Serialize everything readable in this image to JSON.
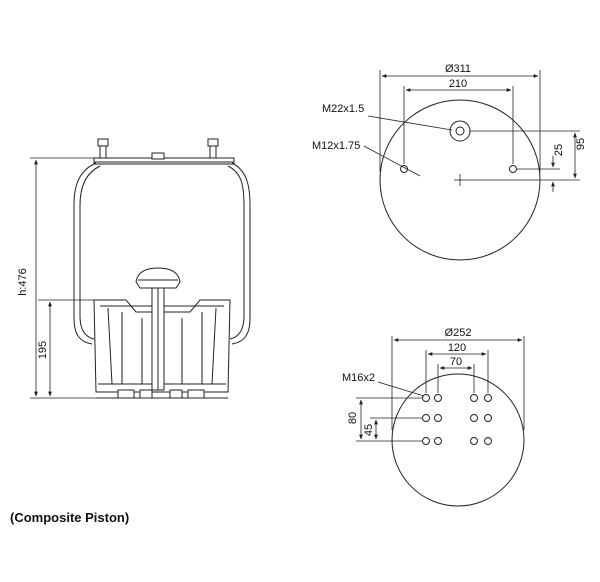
{
  "caption": "(Composite Piston)",
  "side_view": {
    "height_label": "h:476",
    "piston_height_label": "195"
  },
  "top_plate": {
    "diameter_label": "Ø311",
    "hole_spacing_label": "210",
    "center_thread_label": "M22x1.5",
    "side_thread_label": "M12x1.75",
    "offset_small_label": "25",
    "offset_large_label": "95"
  },
  "bottom_plate": {
    "diameter_label": "Ø252",
    "spacing_outer_label": "120",
    "spacing_inner_label": "70",
    "thread_label": "M16x2",
    "vertical_outer_label": "80",
    "vertical_inner_label": "45"
  },
  "colors": {
    "line": "#222222",
    "text": "#111111"
  }
}
